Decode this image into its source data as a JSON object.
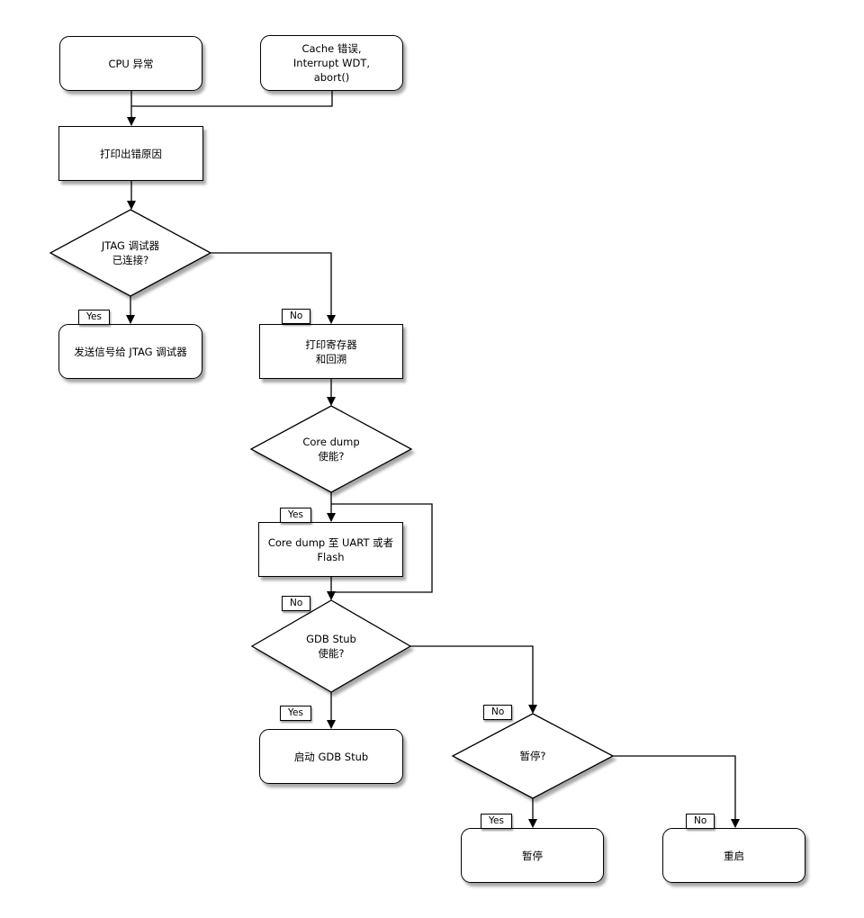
{
  "diagram": {
    "nodes": {
      "cpu_exception": {
        "label": "CPU 异常"
      },
      "cache_error": {
        "lines": [
          "Cache 错误,",
          "Interrupt WDT,",
          "abort()"
        ]
      },
      "print_reason": {
        "label": "打印出错原因"
      },
      "jtag_connected": {
        "lines": [
          "JTAG 调试器",
          "已连接?"
        ]
      },
      "send_signal": {
        "label": "发送信号给 JTAG 调试器"
      },
      "print_registers": {
        "lines": [
          "打印寄存器",
          "和回溯"
        ]
      },
      "core_dump_enabled": {
        "lines": [
          "Core dump",
          "使能?"
        ]
      },
      "core_dump_dest": {
        "label": "Core dump 至 UART 或者 Flash"
      },
      "gdb_stub_enabled": {
        "lines": [
          "GDB Stub",
          "使能?"
        ]
      },
      "start_gdb_stub": {
        "label": "启动 GDB Stub"
      },
      "halt_question": {
        "label": "暂停?"
      },
      "halt": {
        "label": "暂停"
      },
      "reboot": {
        "label": "重启"
      }
    },
    "edge_labels": {
      "yes": "Yes",
      "no": "No"
    },
    "colors": {
      "stroke": "#000000",
      "fill": "#ffffff"
    }
  }
}
